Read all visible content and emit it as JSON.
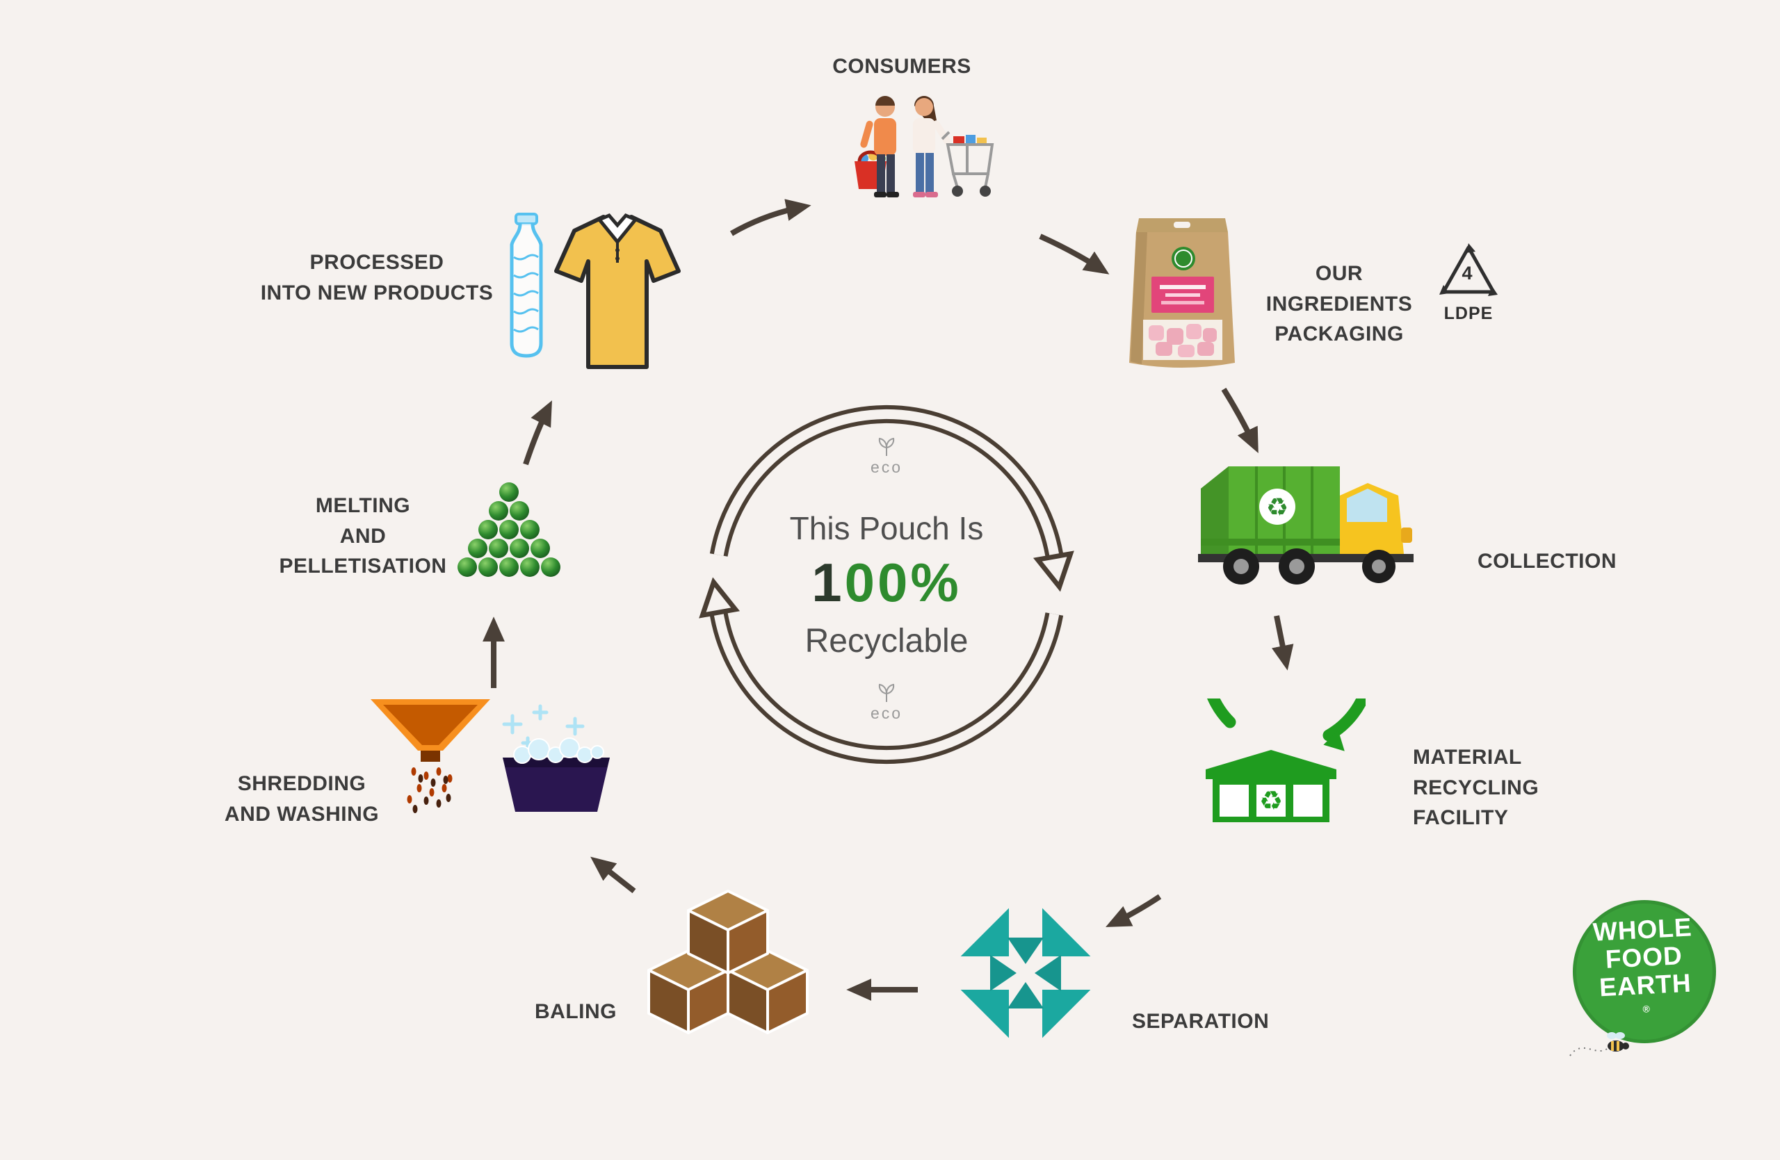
{
  "colors": {
    "background": "#f6f2ef",
    "label_text": "#3b3b3b",
    "arrow": "#4a4038",
    "accent_green": "#2e8b2e",
    "facility_green": "#1f9c1f",
    "separation_teal": "#1ba8a0",
    "truck_green": "#56b031",
    "cab_yellow": "#f6c41f",
    "baling_brown": "#7a4f26",
    "funnel_orange": "#f78f1e",
    "basin_purple": "#2a1650",
    "bottle_blue": "#56c1ef",
    "shirt_yellow": "#f2c14e",
    "pouch_kraft": "#c8a470",
    "pouch_label_pink": "#e2457a",
    "logo_green": "#3aa13a",
    "center_text": "#4f4f4f",
    "eco_gray": "#9a9a9a"
  },
  "icons": {
    "recycle_glyph": "♻"
  },
  "center": {
    "eco_top": "eco",
    "line1": "This Pouch Is",
    "pct_lead": "1",
    "pct_rest": "00%",
    "line3": "Recyclable",
    "eco_bottom": "eco"
  },
  "stages": {
    "consumers": {
      "label": "CONSUMERS"
    },
    "packaging": {
      "line1": "OUR INGREDIENTS",
      "line2": "PACKAGING",
      "resin_number": "4",
      "resin_code": "LDPE"
    },
    "collection": {
      "label": "COLLECTION"
    },
    "material_recycling_facility": {
      "line1": "MATERIAL",
      "line2": "RECYCLING",
      "line3": "FACILITY"
    },
    "separation": {
      "label": "SEPARATION"
    },
    "baling": {
      "label": "BALING"
    },
    "shredding_washing": {
      "line1": "SHREDDING",
      "line2": "AND WASHING"
    },
    "melting_pelletisation": {
      "line1": "MELTING",
      "line2": "AND",
      "line3": "PELLETISATION"
    },
    "processed_new_products": {
      "line1": "PROCESSED",
      "line2": "INTO NEW PRODUCTS"
    }
  },
  "logo": {
    "line1": "WHOLE",
    "line2": "FOOD",
    "line3": "EARTH",
    "registered": "®"
  }
}
